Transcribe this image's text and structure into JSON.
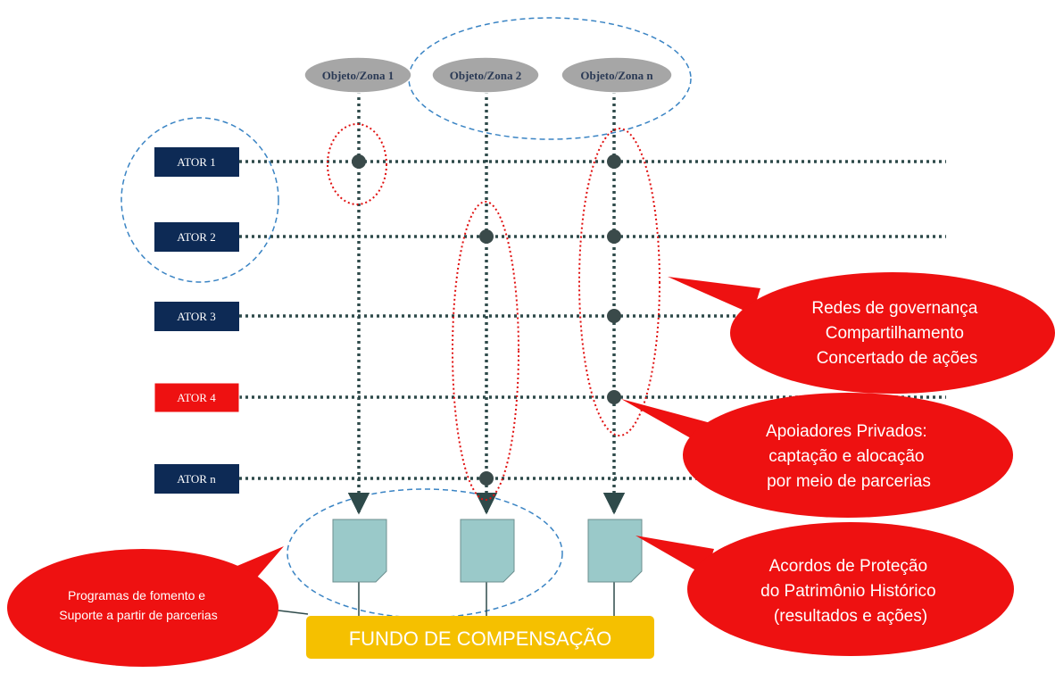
{
  "zones": [
    {
      "label": "Objeto/Zona 1"
    },
    {
      "label": "Objeto/Zona 2"
    },
    {
      "label": "Objeto/Zona n"
    }
  ],
  "actors": [
    {
      "label": "ATOR 1",
      "color": "#0d2a55"
    },
    {
      "label": "ATOR 2",
      "color": "#0d2a55"
    },
    {
      "label": "ATOR 3",
      "color": "#0d2a55"
    },
    {
      "label": "ATOR 4",
      "color": "#ee1111"
    },
    {
      "label": "ATOR n",
      "color": "#0d2a55"
    }
  ],
  "callouts": {
    "governance": [
      "Redes de governança",
      "Compartilhamento",
      "Concertado de ações"
    ],
    "private": [
      "Apoiadores Privados:",
      "captação e alocação",
      "por meio de parcerias"
    ],
    "agreements": [
      "Acordos de Proteção",
      "do Patrimônio Histórico",
      "(resultados e ações)"
    ],
    "programs": [
      "Programas de fomento e",
      "Suporte a partir de parcerias"
    ]
  },
  "fund": {
    "label": "FUNDO DE COMPENSAÇÃO",
    "color": "#f5c000"
  },
  "colors": {
    "line": "#2e4a4a",
    "zone_fill": "#a6a6a6",
    "document_fill": "#9ac9c9",
    "callout_red": "#ee1111",
    "dashed_blue": "#3a84c4",
    "dotted_red": "#e01010"
  }
}
